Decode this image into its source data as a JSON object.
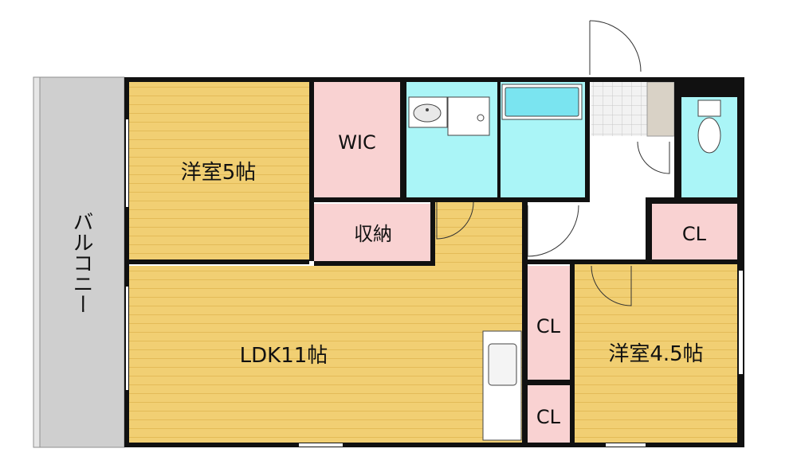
{
  "rooms": {
    "balcony": "バルコニー",
    "western_room_5": "洋室5帖",
    "wic": "WIC",
    "storage": "収納",
    "ldk": "LDK11帖",
    "western_room_45": "洋室4.5帖",
    "closet_right": "CL",
    "closet_mid_upper": "CL",
    "closet_mid_lower": "CL"
  },
  "colors": {
    "wood_floor": "#f1cf73",
    "wood_stripe": "#e2ba57",
    "closet_pink": "#f9d2d2",
    "wet_area": "#aaf5f7",
    "balcony_gray": "#cfcfcf",
    "wall": "#111111",
    "floor_white": "#ffffff"
  }
}
